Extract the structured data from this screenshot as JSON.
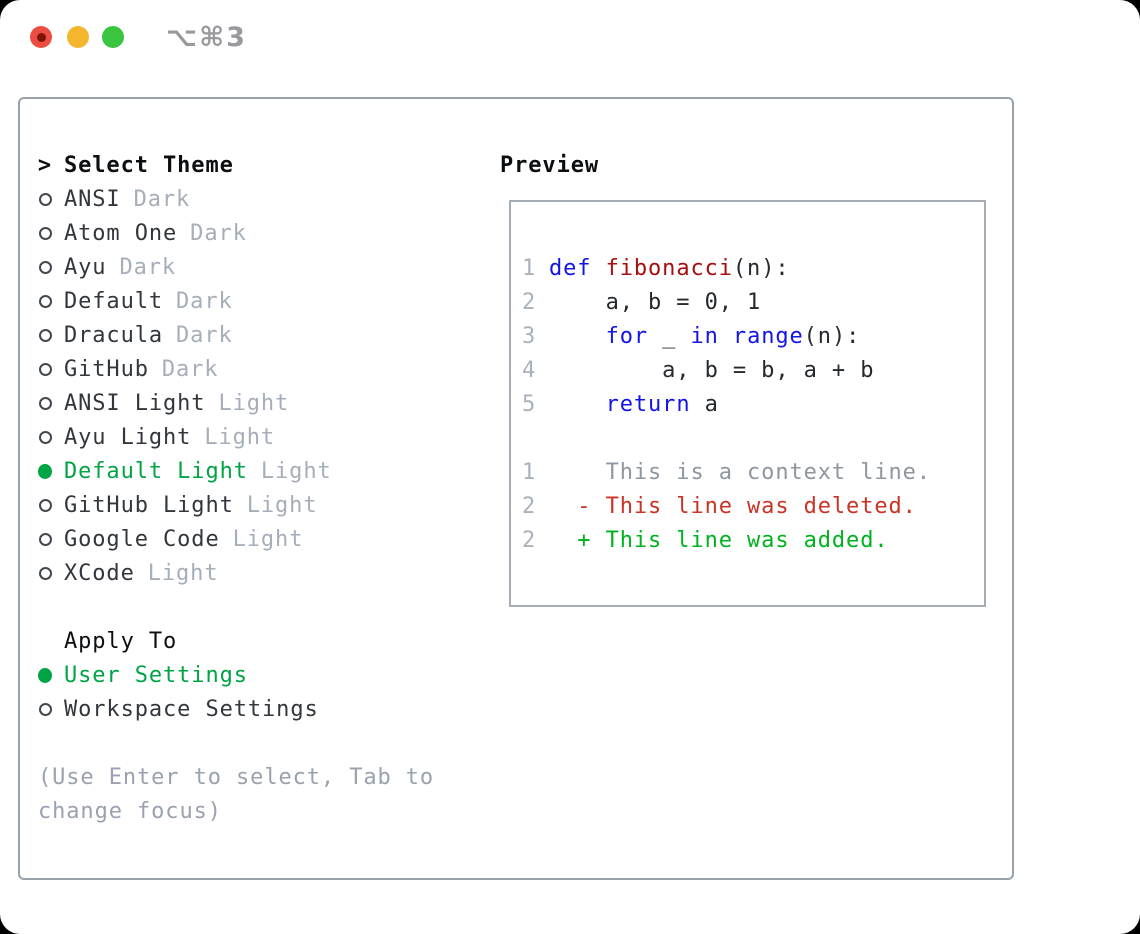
{
  "window": {
    "title_shortcut": "⌥⌘3"
  },
  "theme_panel": {
    "header": {
      "prompt": ">",
      "label": "Select Theme"
    },
    "themes": [
      {
        "name": "ANSI",
        "tag": "Dark",
        "selected": false
      },
      {
        "name": "Atom One",
        "tag": "Dark",
        "selected": false
      },
      {
        "name": "Ayu",
        "tag": "Dark",
        "selected": false
      },
      {
        "name": "Default",
        "tag": "Dark",
        "selected": false
      },
      {
        "name": "Dracula",
        "tag": "Dark",
        "selected": false
      },
      {
        "name": "GitHub",
        "tag": "Dark",
        "selected": false
      },
      {
        "name": "ANSI Light",
        "tag": "Light",
        "selected": false
      },
      {
        "name": "Ayu Light",
        "tag": "Light",
        "selected": false
      },
      {
        "name": "Default Light",
        "tag": "Light",
        "selected": true
      },
      {
        "name": "GitHub Light",
        "tag": "Light",
        "selected": false
      },
      {
        "name": "Google Code",
        "tag": "Light",
        "selected": false
      },
      {
        "name": "XCode",
        "tag": "Light",
        "selected": false
      }
    ],
    "apply_to": {
      "label": "Apply To",
      "options": [
        {
          "name": "User Settings",
          "selected": true
        },
        {
          "name": "Workspace Settings",
          "selected": false
        }
      ]
    },
    "hint_lines": [
      "(Use Enter to select, Tab to",
      "change focus)"
    ]
  },
  "preview": {
    "label": "Preview",
    "code_lines": [
      {
        "ln": "1",
        "tokens": [
          {
            "t": "def",
            "c": "kw"
          },
          {
            "t": " "
          },
          {
            "t": "fibonacci",
            "c": "fn"
          },
          {
            "t": "(n):"
          }
        ]
      },
      {
        "ln": "2",
        "tokens": [
          {
            "t": "    a, b = 0, 1"
          }
        ]
      },
      {
        "ln": "3",
        "tokens": [
          {
            "t": "    "
          },
          {
            "t": "for",
            "c": "kw"
          },
          {
            "t": " _ "
          },
          {
            "t": "in",
            "c": "kw"
          },
          {
            "t": " "
          },
          {
            "t": "range",
            "c": "kw"
          },
          {
            "t": "(n):"
          }
        ]
      },
      {
        "ln": "4",
        "tokens": [
          {
            "t": "        a, b = b, a + b"
          }
        ]
      },
      {
        "ln": "5",
        "tokens": [
          {
            "t": "    "
          },
          {
            "t": "return",
            "c": "kw"
          },
          {
            "t": " a"
          }
        ]
      },
      {
        "ln": "",
        "tokens": []
      },
      {
        "ln": "1",
        "tokens": [
          {
            "t": "    This is a context line.",
            "c": "ctx"
          }
        ]
      },
      {
        "ln": "2",
        "tokens": [
          {
            "t": "  - This line was deleted.",
            "c": "del"
          }
        ]
      },
      {
        "ln": "2",
        "tokens": [
          {
            "t": "  + This line was added.",
            "c": "add"
          }
        ]
      }
    ]
  },
  "colors": {
    "page_bg": "#000000",
    "window_bg": "#ffffff",
    "panel_border": "#99a1ab",
    "preview_border": "#a6adb5",
    "heading_black": "#0c0f12",
    "text_dark": "#32373d",
    "tag_gray": "#a6aeb9",
    "hint_gray": "#99a2ae",
    "ring_gray": "#42484f",
    "accent_green": "#00a445",
    "code_text": "#24292e",
    "keyword_blue": "#1414e6",
    "function_red": "#a60f0f",
    "linenum_gray": "#a9b1ba",
    "context_gray": "#8e969f",
    "deleted_red": "#c93425",
    "added_green": "#00b31e",
    "titlebar_gray": "#98989d",
    "traffic_red": "#ed4e42",
    "traffic_red_dot": "#7e1408",
    "traffic_yellow": "#f5b62f",
    "traffic_green": "#39c53f"
  }
}
